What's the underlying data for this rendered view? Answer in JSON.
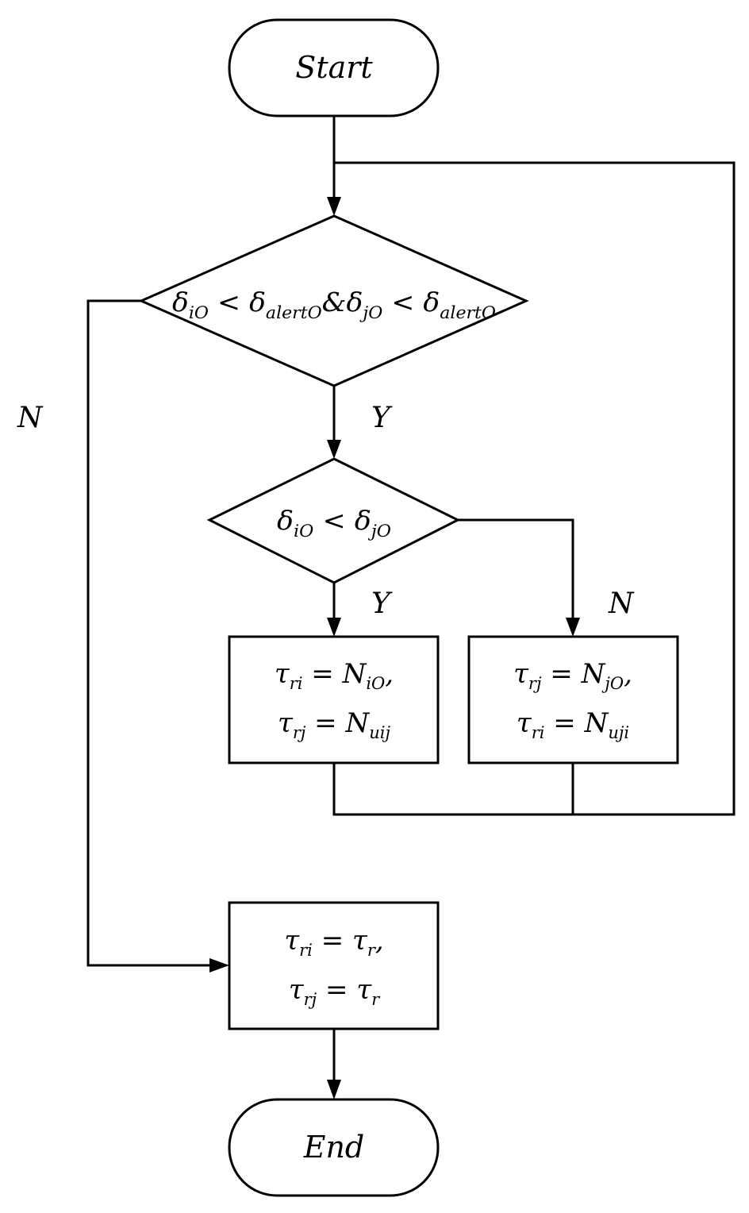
{
  "diagram": {
    "start": {
      "label": "Start"
    },
    "end": {
      "label": "End"
    },
    "decision1": {
      "d1": "δ",
      "s1": "iO",
      "op1": " < ",
      "d2": "δ",
      "s2": "alertO",
      "amp": "&",
      "d3": "δ",
      "s3": "jO",
      "op2": " < ",
      "d4": "δ",
      "s4": "alertO"
    },
    "decision2": {
      "d1": "δ",
      "s1": "iO",
      "op": " < ",
      "d2": "δ",
      "s2": "jO"
    },
    "box_yes": {
      "line1": {
        "lhs": "τ",
        "lhs_sub": "ri",
        "eq": " = ",
        "rhs": "N",
        "rhs_sub": "iO",
        "tail": ","
      },
      "line2": {
        "lhs": "τ",
        "lhs_sub": "rj",
        "eq": " = ",
        "rhs": "N",
        "rhs_sub": "uij",
        "tail": ""
      }
    },
    "box_no": {
      "line1": {
        "lhs": "τ",
        "lhs_sub": "rj",
        "eq": " = ",
        "rhs": "N",
        "rhs_sub": "jO",
        "tail": ","
      },
      "line2": {
        "lhs": "τ",
        "lhs_sub": "ri",
        "eq": " = ",
        "rhs": "N",
        "rhs_sub": "uji",
        "tail": ""
      }
    },
    "box_default": {
      "line1": {
        "lhs": "τ",
        "lhs_sub": "ri",
        "eq": " = ",
        "rhs": "τ",
        "rhs_sub": "r",
        "tail": ","
      },
      "line2": {
        "lhs": "τ",
        "lhs_sub": "rj",
        "eq": " = ",
        "rhs": "τ",
        "rhs_sub": "r",
        "tail": ""
      }
    },
    "labels": {
      "d1_no": "N",
      "d1_yes": "Y",
      "d2_yes": "Y",
      "d2_no": "N"
    }
  }
}
